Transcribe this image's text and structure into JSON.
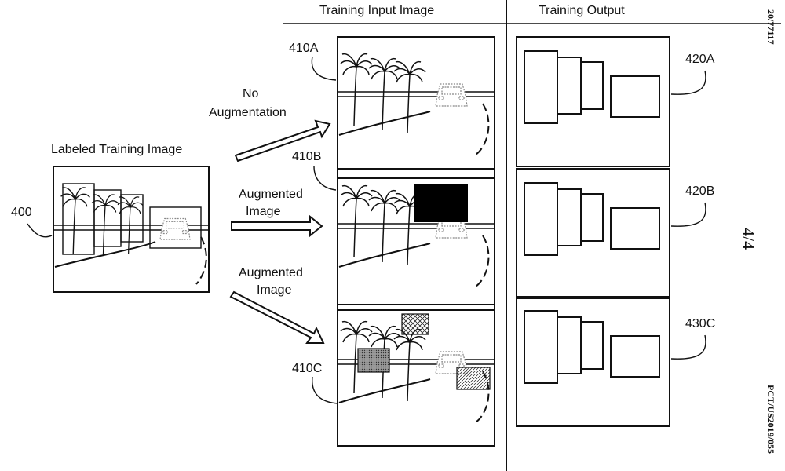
{
  "headers": {
    "input_column": "Training Input Image",
    "output_column": "Training Output"
  },
  "source_label": "Labeled Training Image",
  "arrows": {
    "top_label_line1": "No",
    "top_label_line2": "Augmentation",
    "mid_label_line1": "Augmented",
    "mid_label_line2": "Image",
    "bot_label_line1": "Augmented",
    "bot_label_line2": "Image"
  },
  "refs": {
    "source": "400",
    "input_a": "410A",
    "input_b": "410B",
    "input_c": "410C",
    "output_a": "420A",
    "output_b": "420B",
    "output_c": "430C"
  },
  "margin": {
    "top_id": "20/77117",
    "page_number": "4/4",
    "bottom_id": "PCT/US2019/055"
  },
  "colors": {
    "ink": "#111111",
    "occlusion_fill": "#000000",
    "patch_fill": "#888888"
  }
}
